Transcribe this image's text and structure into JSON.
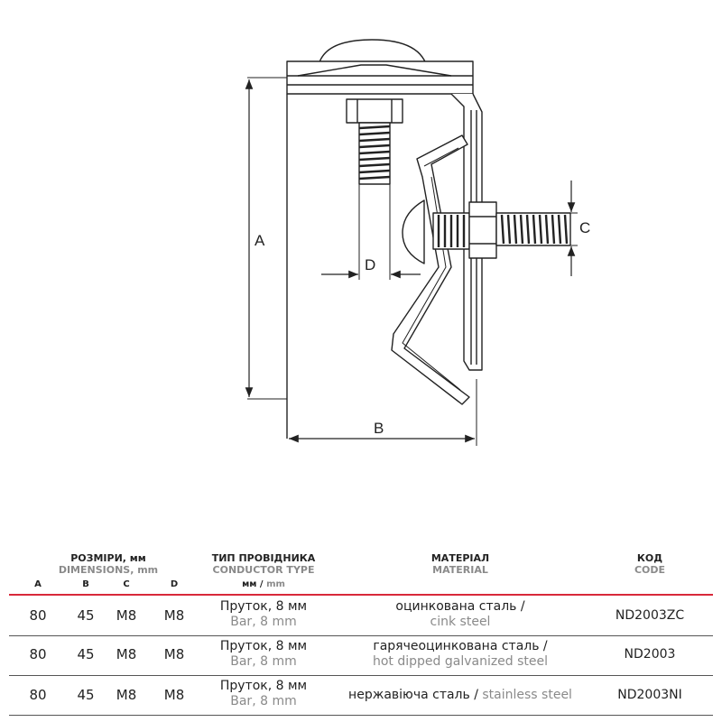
{
  "drawing": {
    "dim_a": "A",
    "dim_b": "B",
    "dim_c": "C",
    "dim_d": "D"
  },
  "table": {
    "headers": {
      "dimensions_ua": "РОЗМІРИ, мм",
      "dimensions_en": "DIMENSIONS, mm",
      "conductor_ua": "ТИП ПРОВІДНИКА",
      "conductor_en": "CONDUCTOR TYPE",
      "material_ua": "МАТЕРІАЛ",
      "material_en": "MATERIAL",
      "code_ua": "КОД",
      "code_en": "CODE",
      "sub_a": "A",
      "sub_b": "B",
      "sub_c": "C",
      "sub_d": "D",
      "unit_ua": "мм",
      "unit_sep": " / ",
      "unit_en": "mm"
    },
    "rows": [
      {
        "a": "80",
        "b": "45",
        "c": "M8",
        "d": "M8",
        "conductor_ua": "Пруток, 8 мм",
        "conductor_en": "Bar, 8 mm",
        "material_ua": "оцинкована сталь /",
        "material_en": "cink steel",
        "code": "ND2003ZC"
      },
      {
        "a": "80",
        "b": "45",
        "c": "M8",
        "d": "M8",
        "conductor_ua": "Пруток, 8 мм",
        "conductor_en": "Bar, 8 mm",
        "material_ua": "гарячеоцинкована сталь /",
        "material_en": "hot dipped galvanized steel",
        "code": "ND2003"
      },
      {
        "a": "80",
        "b": "45",
        "c": "M8",
        "d": "M8",
        "conductor_ua": "Пруток, 8 мм",
        "conductor_en": "Bar, 8 mm",
        "material_ua": "нержавіюча сталь / ",
        "material_en": "stainless steel",
        "code": "ND2003NI"
      }
    ]
  }
}
